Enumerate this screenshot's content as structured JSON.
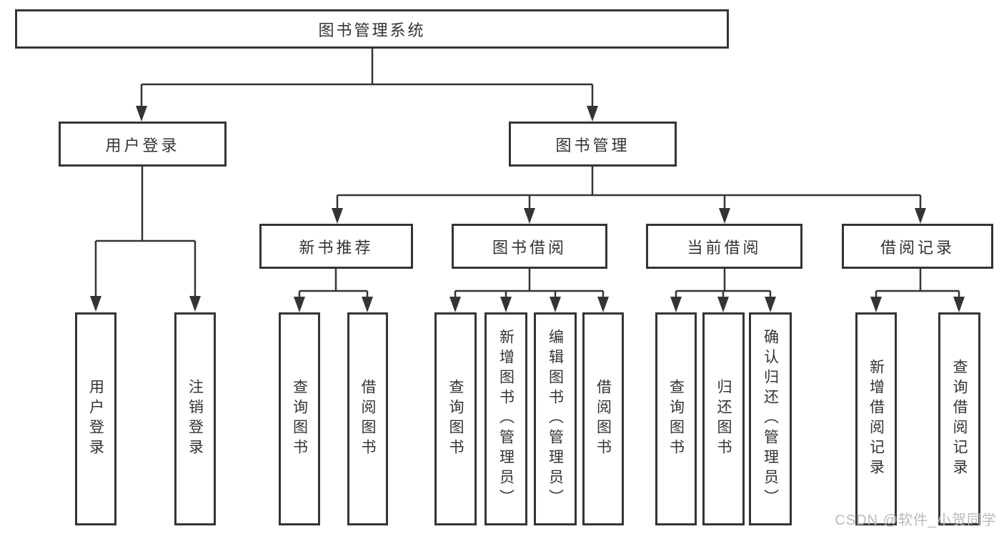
{
  "diagram": {
    "root": {
      "label": "图书管理系统"
    },
    "level2": [
      {
        "label": "用户登录"
      },
      {
        "label": "图书管理"
      }
    ],
    "level3": [
      {
        "label": "新书推荐"
      },
      {
        "label": "图书借阅"
      },
      {
        "label": "当前借阅"
      },
      {
        "label": "借阅记录"
      }
    ],
    "leaf_groups": [
      {
        "parent": "用户登录",
        "items": [
          {
            "label": "用户登录"
          },
          {
            "label": "注销登录"
          }
        ]
      },
      {
        "parent": "新书推荐",
        "items": [
          {
            "label": "查询图书"
          },
          {
            "label": "借阅图书"
          }
        ]
      },
      {
        "parent": "图书借阅",
        "items": [
          {
            "label": "查询图书"
          },
          {
            "label": "新增图书（管理员）"
          },
          {
            "label": "编辑图书（管理员）"
          },
          {
            "label": "借阅图书"
          }
        ]
      },
      {
        "parent": "当前借阅",
        "items": [
          {
            "label": "查询图书"
          },
          {
            "label": "归还图书"
          },
          {
            "label": "确认归还（管理员）"
          }
        ]
      },
      {
        "parent": "借阅记录",
        "items": [
          {
            "label": "新增借阅记录"
          },
          {
            "label": "查询借阅记录"
          }
        ]
      }
    ]
  },
  "watermark": {
    "text": "CSDN @软件_小贺同学",
    "color": "#b9b9bd"
  },
  "colors": {
    "line": "#343434",
    "text": "#333333",
    "background": "#ffffff"
  }
}
